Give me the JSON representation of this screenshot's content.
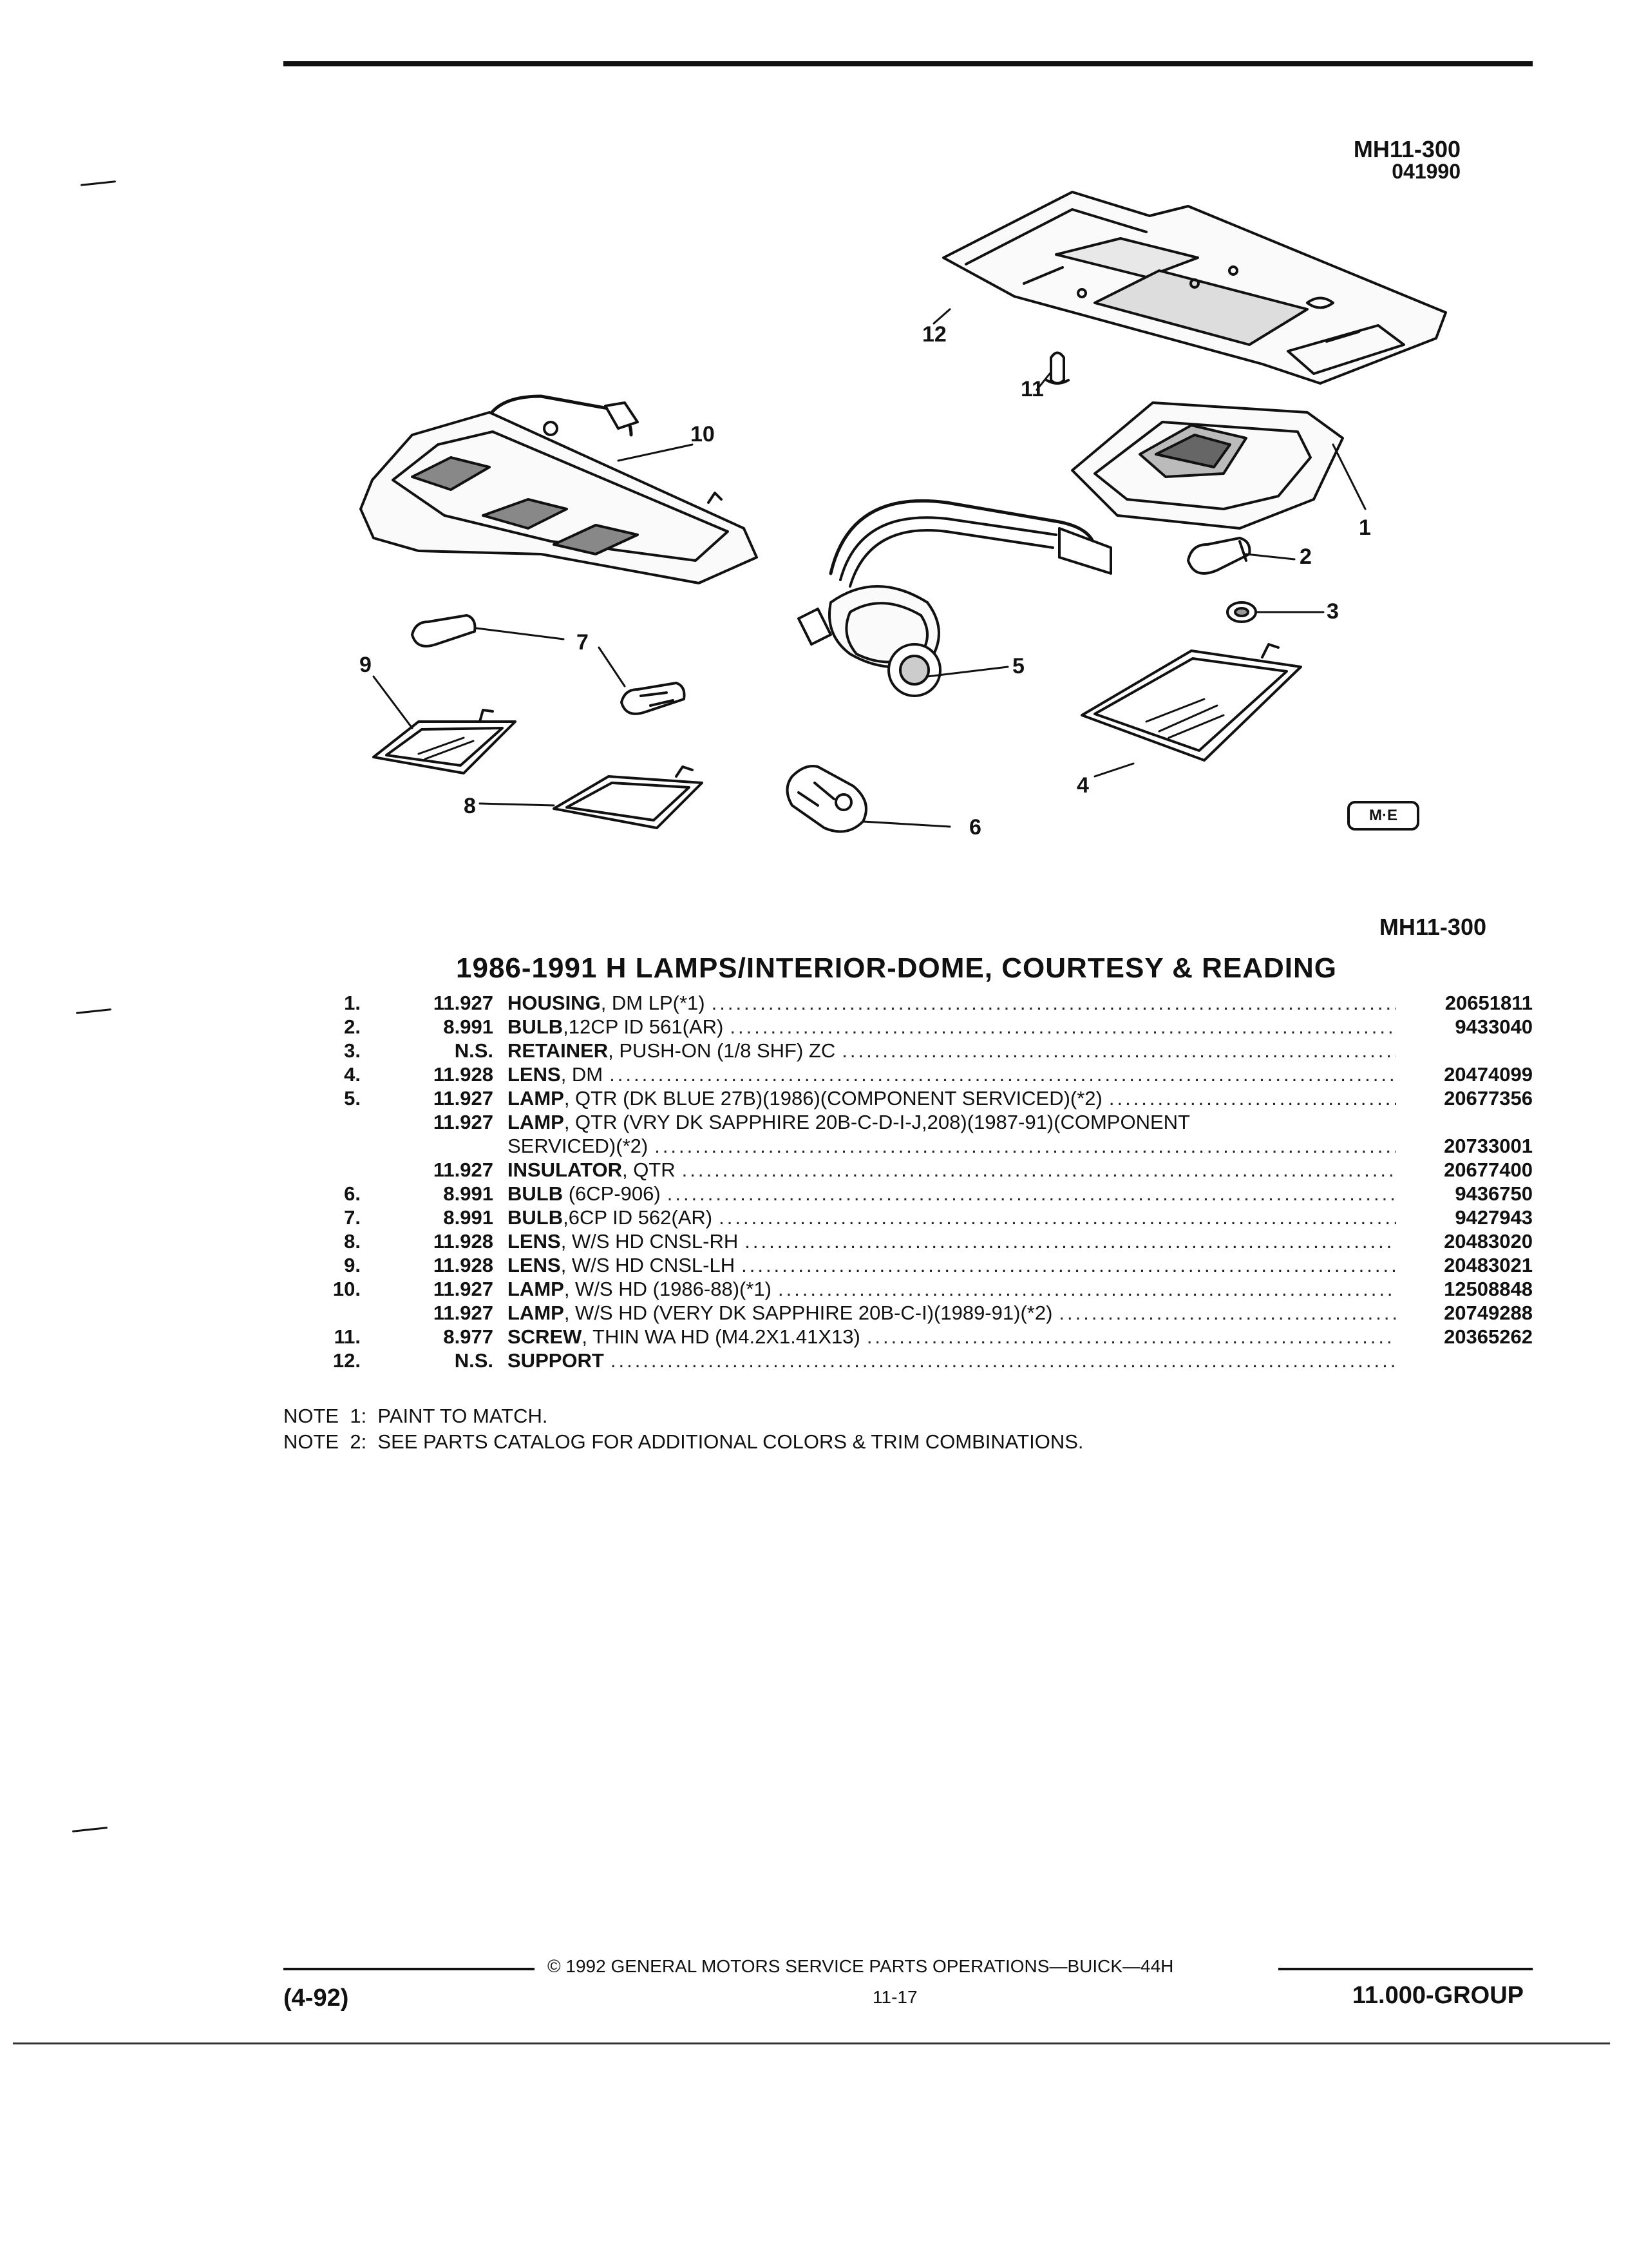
{
  "header": {
    "figure_id": "MH11-300",
    "figure_date": "041990"
  },
  "diagram": {
    "callouts": [
      "1",
      "2",
      "3",
      "4",
      "5",
      "6",
      "7",
      "8",
      "9",
      "10",
      "11",
      "12"
    ],
    "emblem_text": "M·E"
  },
  "figure_caption": "MH11-300",
  "title": "1986-1991 H LAMPS/INTERIOR-DOME, COURTESY & READING",
  "parts": [
    {
      "item": "1.",
      "group": "11.927",
      "name": "HOUSING",
      "desc": ", DM LP(*1)",
      "part_no": "20651811",
      "dots": true
    },
    {
      "item": "2.",
      "group": "8.991",
      "name": "BULB",
      "desc": ",12CP ID 561(AR)",
      "part_no": "9433040",
      "dots": true
    },
    {
      "item": "3.",
      "group": "N.S.",
      "name": "RETAINER",
      "desc": ", PUSH-ON (1/8 SHF) ZC",
      "part_no": "",
      "dots": true
    },
    {
      "item": "4.",
      "group": "11.928",
      "name": "LENS",
      "desc": ", DM",
      "part_no": "20474099",
      "dots": true
    },
    {
      "item": "5.",
      "group": "11.927",
      "name": "LAMP",
      "desc": ", QTR (DK BLUE 27B)(1986)(COMPONENT SERVICED)(*2)",
      "part_no": "20677356",
      "dots": true
    },
    {
      "item": "",
      "group": "11.927",
      "name": "LAMP",
      "desc": ", QTR (VRY DK SAPPHIRE 20B-C-D-I-J,208)(1987-91)(COMPONENT",
      "part_no": "",
      "dots": false
    },
    {
      "item": "",
      "group": "",
      "name": "",
      "desc": "SERVICED)(*2)",
      "part_no": "20733001",
      "dots": true
    },
    {
      "item": "",
      "group": "11.927",
      "name": "INSULATOR",
      "desc": ", QTR",
      "part_no": "20677400",
      "dots": true
    },
    {
      "item": "6.",
      "group": "8.991",
      "name": "BULB",
      "desc": " (6CP-906)",
      "part_no": "9436750",
      "dots": true
    },
    {
      "item": "7.",
      "group": "8.991",
      "name": "BULB",
      "desc": ",6CP ID 562(AR)",
      "part_no": "9427943",
      "dots": true
    },
    {
      "item": "8.",
      "group": "11.928",
      "name": "LENS",
      "desc": ", W/S HD CNSL-RH",
      "part_no": "20483020",
      "dots": true
    },
    {
      "item": "9.",
      "group": "11.928",
      "name": "LENS",
      "desc": ", W/S HD CNSL-LH",
      "part_no": "20483021",
      "dots": true
    },
    {
      "item": "10.",
      "group": "11.927",
      "name": "LAMP",
      "desc": ", W/S HD (1986-88)(*1)",
      "part_no": "12508848",
      "dots": true
    },
    {
      "item": "",
      "group": "11.927",
      "name": "LAMP",
      "desc": ", W/S HD (VERY DK SAPPHIRE 20B-C-I)(1989-91)(*2)",
      "part_no": "20749288",
      "dots": true
    },
    {
      "item": "11.",
      "group": "8.977",
      "name": "SCREW",
      "desc": ", THIN WA HD (M4.2X1.41X13)",
      "part_no": "20365262",
      "dots": true
    },
    {
      "item": "12.",
      "group": "N.S.",
      "name": "SUPPORT",
      "desc": "",
      "part_no": "",
      "dots": true
    }
  ],
  "notes": [
    "NOTE  1:  PAINT TO MATCH.",
    "NOTE  2:  SEE PARTS CATALOG FOR ADDITIONAL COLORS & TRIM COMBINATIONS."
  ],
  "footer": {
    "revision": "(4-92)",
    "copyright": "© 1992 GENERAL MOTORS SERVICE PARTS OPERATIONS—BUICK—44H",
    "page": "11-17",
    "group": "11.000-GROUP"
  }
}
